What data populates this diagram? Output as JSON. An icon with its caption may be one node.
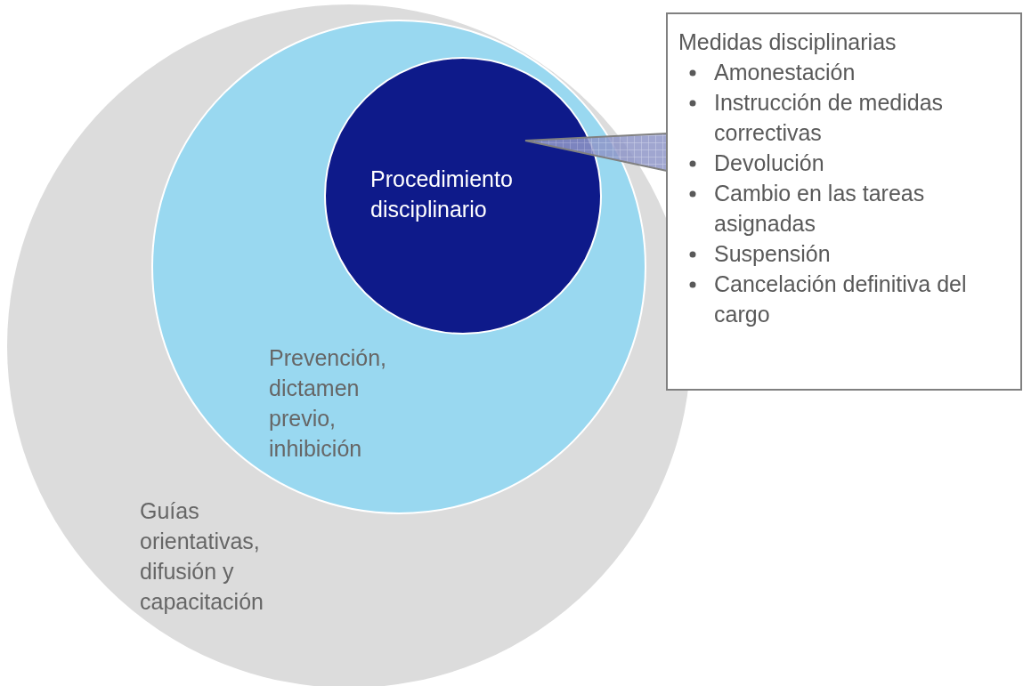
{
  "diagram": {
    "nodes": [
      {
        "text": [
          "Guías orientativas, difusión y capacitación"
        ]
      },
      {
        "text": [
          "Prevención, dictamen previo, inhibición"
        ],
        "in": 0
      },
      {
        "text": [
          "Procedimiento disciplinario"
        ],
        "in": 1
      },
      {
        "text": [
          "Medidas disciplinarias",
          "Amonestación",
          "Instrucción de medidas correctivas",
          "Devolución",
          "Cambio en las tareas asignadas",
          "Suspensión",
          "Cancelación definitiva del cargo"
        ]
      }
    ],
    "edges": [
      {
        "from": 3,
        "to": 2,
        "arrow": "none"
      }
    ]
  }
}
